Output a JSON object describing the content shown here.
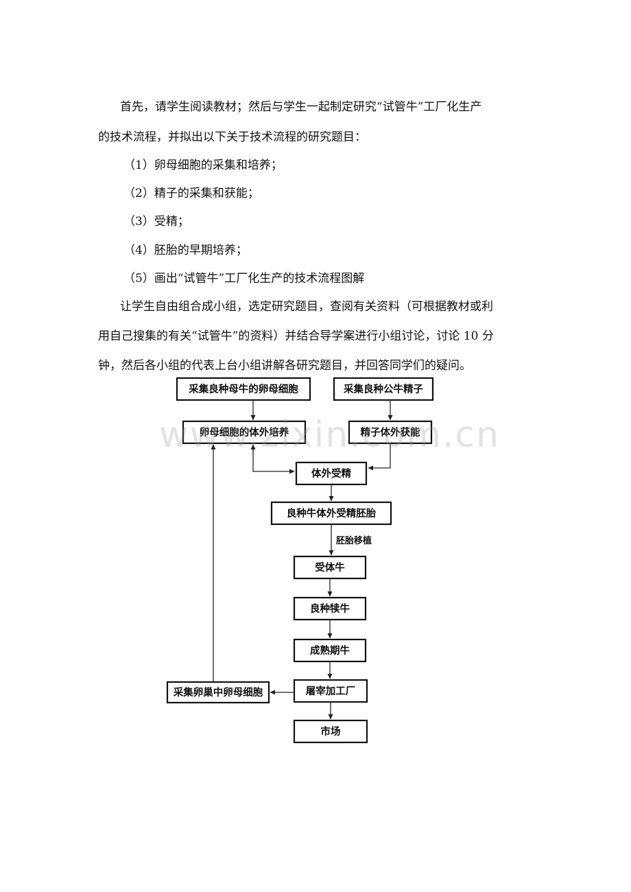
{
  "intro": {
    "line1": "首先，请学生阅读教材；然后与学生一起制定研究“试管牛”工厂化生产",
    "line2": "的技术流程，并拟出以下关于技术流程的研究题目："
  },
  "topics": [
    "（1）卵母细胞的采集和培养；",
    "（2）精子的采集和获能；",
    "（3）受精；",
    "（4）胚胎的早期培养；",
    "（5）画出“试管牛”工厂化生产的技术流程图解"
  ],
  "instruction": {
    "line1": "让学生自由组合成小组，选定研究题目，查阅有关资料（可根据教材或利",
    "line2": "用自己搜集的有关“试管牛”的资料）并结合导学案进行小组讨论，讨论 10 分",
    "line3": "钟，然后各小组的代表上台小组讲解各研究题目，并回答同学们的疑问。"
  },
  "flowchart": {
    "collect_egg": "采集良种母牛的卵母细胞",
    "collect_sperm": "采集良种公牛精子",
    "egg_culture": "卵母细胞的体外培养",
    "sperm_capacitation": "精子体外获能",
    "ivf": "体外受精",
    "embryo": "良种牛体外受精胚胎",
    "transfer_label": "胚胎移植",
    "recipient": "受体牛",
    "calf": "良种犊牛",
    "mature": "成熟期牛",
    "slaughter": "屠宰加工厂",
    "market": "市场",
    "ovary_collect": "采集卵巢中卵母细胞"
  },
  "watermark": "www.zixin.com.cn"
}
